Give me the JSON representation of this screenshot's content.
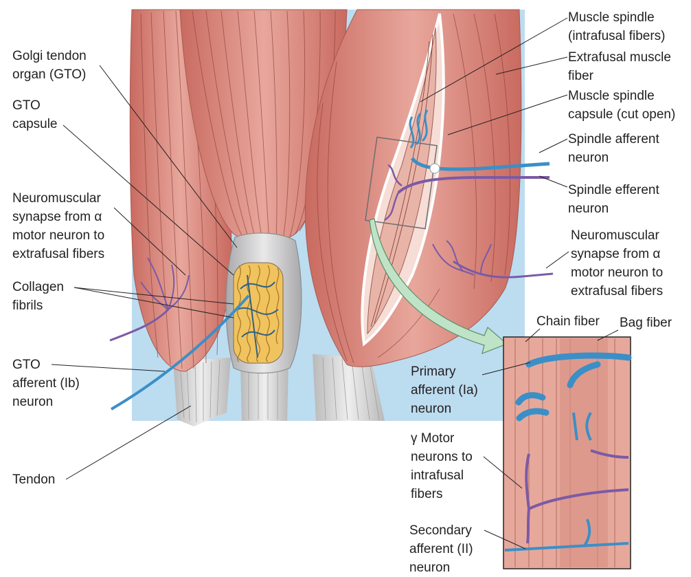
{
  "labels": {
    "gto": "Golgi tendon\norgan (GTO)",
    "gto_capsule": "GTO\ncapsule",
    "nm_synapse_left": "Neuromuscular\nsynapse from α\nmotor neuron to\nextrafusal fibers",
    "collagen": "Collagen\nfibrils",
    "gto_afferent": "GTO\nafferent (Ib)\nneuron",
    "tendon": "Tendon",
    "spindle_intrafusal": "Muscle spindle\n(intrafusal fibers)",
    "extrafusal": "Extrafusal muscle\nfiber",
    "spindle_capsule": "Muscle spindle\ncapsule (cut open)",
    "spindle_afferent": "Spindle afferent\nneuron",
    "spindle_efferent": "Spindle efferent\nneuron",
    "nm_synapse_right": "Neuromuscular\nsynapse from α\nmotor neuron to\nextrafusal fibers",
    "chain_fiber": "Chain fiber",
    "bag_fiber": "Bag fiber",
    "primary_afferent": "Primary\nafferent (Ia)\nneuron",
    "gamma_motor": "γ Motor\nneurons to\nintrafusal\nfibers",
    "secondary_afferent": "Secondary\nafferent (II)\nneuron"
  },
  "colors": {
    "background_panel": "#bcdcf0",
    "muscle": "#d9847a",
    "muscle_light": "#eab0a6",
    "tendon": "#d8d8d8",
    "capsule": "#c9c9cb",
    "collagen": "#e8b64c",
    "afferent": "#3b8fc7",
    "efferent": "#7b5aa6",
    "arrow": "#b8dcc0"
  }
}
